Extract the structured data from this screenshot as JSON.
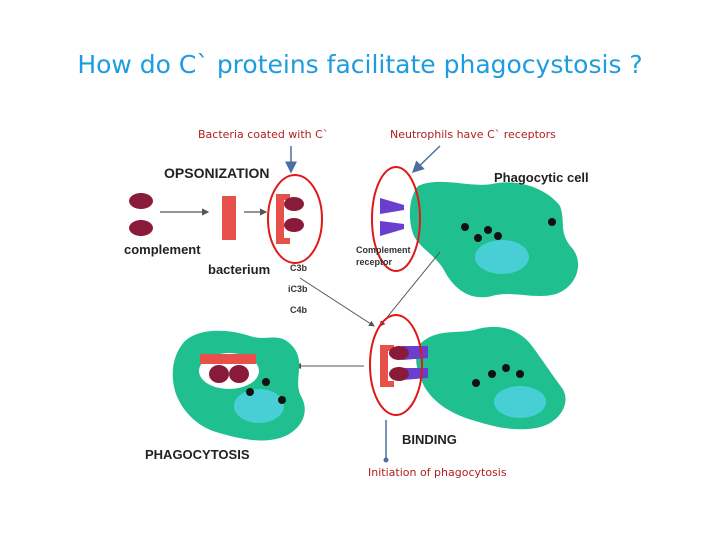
{
  "title": "How do C` proteins facilitate phagocystosis ?",
  "callouts": {
    "bacteria_coated": "Bacteria coated with C`",
    "neutrophils_receptors": "Neutrophils have C` receptors",
    "initiation": "Initiation of phagocytosis"
  },
  "labels": {
    "opsonization": "OPSONIZATION",
    "phagocytic_cell": "Phagocytic cell",
    "complement": "complement",
    "bacterium": "bacterium",
    "complement_receptor_1": "Complement",
    "complement_receptor_2": "receptor",
    "c3b": "C3b",
    "ic3b": "iC3b",
    "c4b": "C4b",
    "binding": "BINDING",
    "phagocytosis": "PHAGOCYTOSIS"
  },
  "colors": {
    "title": "#1e9ce0",
    "callout_text": "#b02020",
    "highlight_ellipse": "#e01818",
    "cell_body": "#1fbf8f",
    "nucleus": "#48cfd6",
    "bacterium": "#e8504a",
    "complement": "#8a1a3a",
    "receptor": "#6a3fd0"
  }
}
